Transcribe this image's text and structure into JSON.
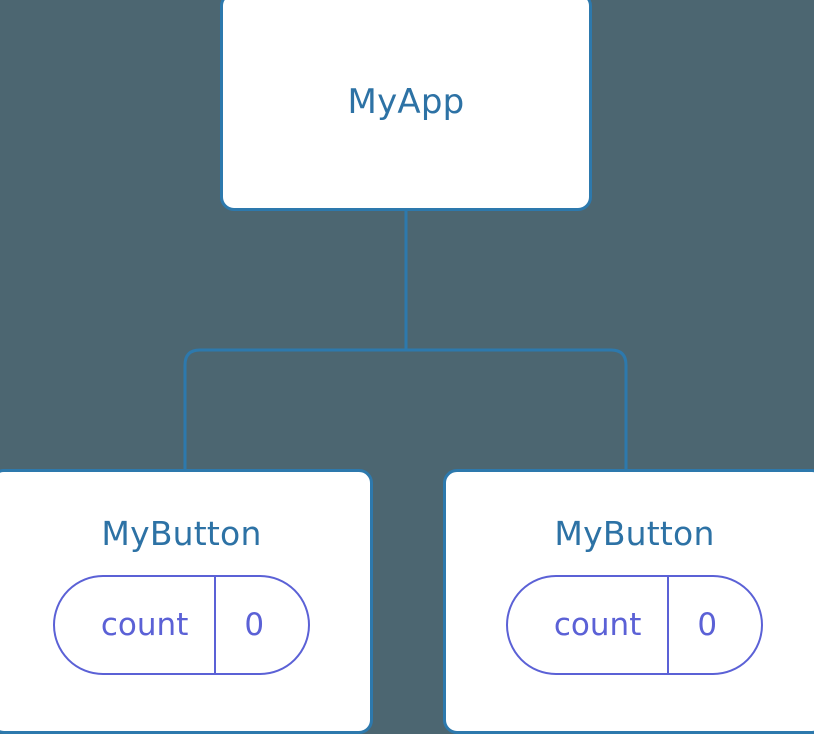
{
  "diagram": {
    "type": "component-tree",
    "background_color": "#4c6671",
    "node_fill_color": "#ffffff",
    "node_border_color": "#2d79ad",
    "node_label_color": "#2d72a5",
    "pill_color": "#5b61d6",
    "connector_color": "#2d79ad"
  },
  "root": {
    "label": "MyApp"
  },
  "children": [
    {
      "label": "MyButton",
      "state": {
        "key": "count",
        "value": "0"
      }
    },
    {
      "label": "MyButton",
      "state": {
        "key": "count",
        "value": "0"
      }
    }
  ]
}
